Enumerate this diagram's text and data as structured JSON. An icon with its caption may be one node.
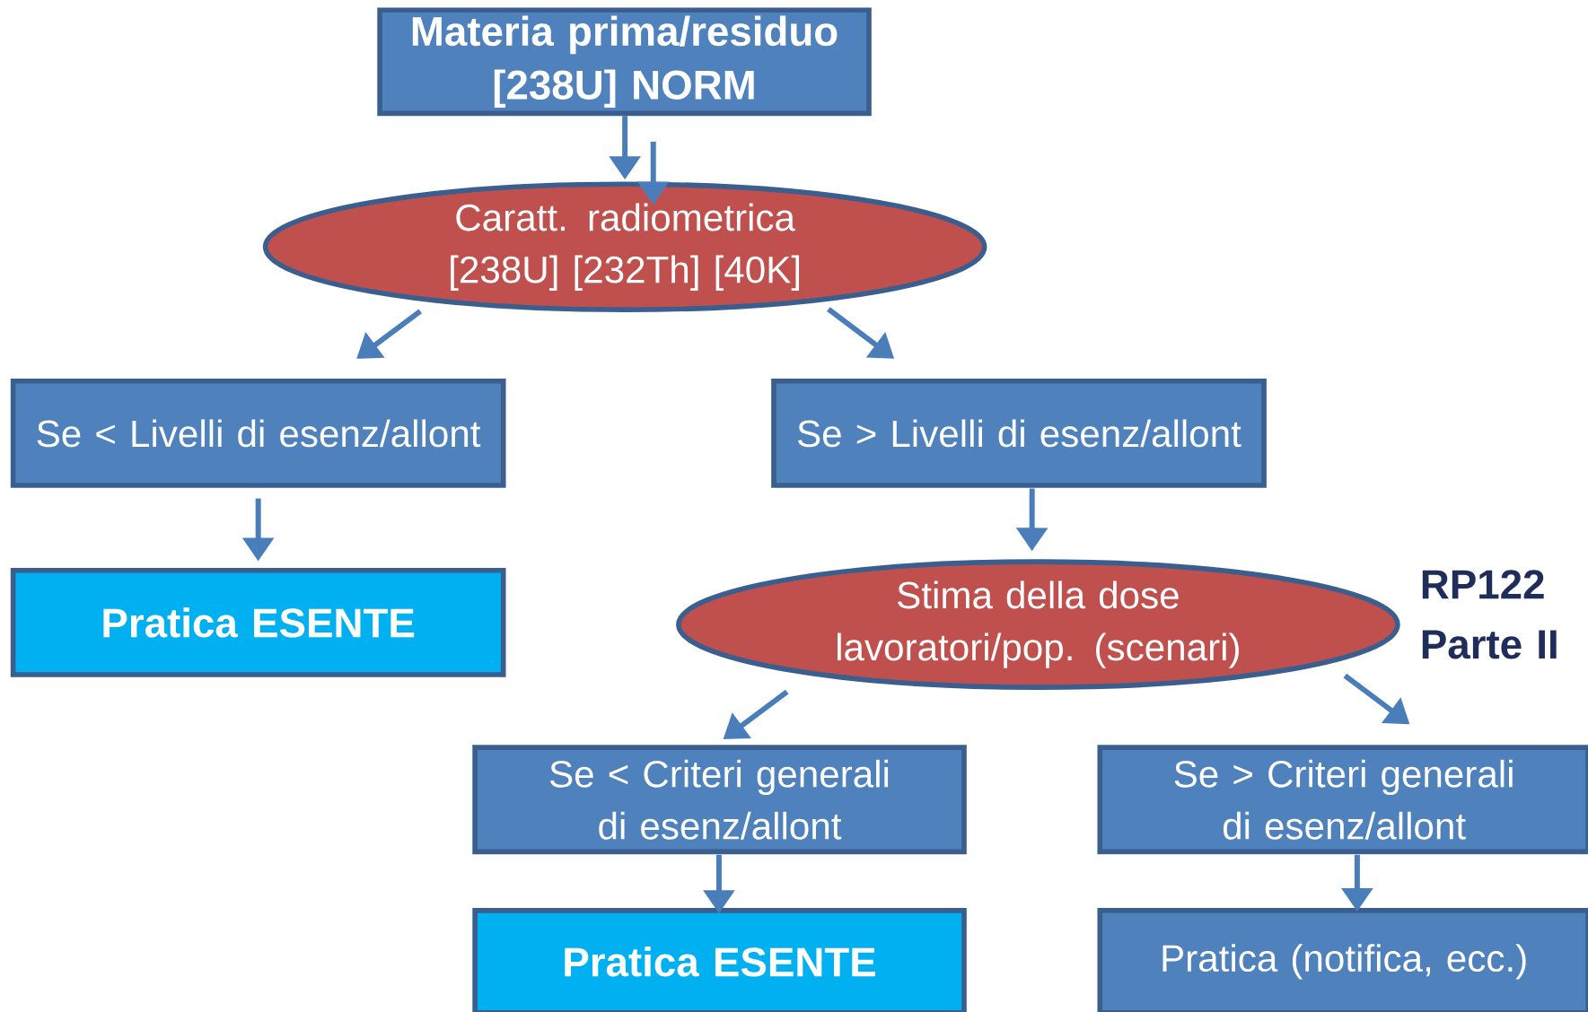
{
  "diagram": {
    "nodes": [
      {
        "text": [
          "Materia prima/residuo [238U] NORM"
        ]
      },
      {
        "text": [
          "Caratt. radiometrica [238U] [232Th] [40K]"
        ]
      },
      {
        "text": [
          "Se < Livelli di esenz/allont"
        ]
      },
      {
        "text": [
          "Se > Livelli di esenz/allont"
        ]
      },
      {
        "text": [
          "Pratica ESENTE"
        ]
      },
      {
        "text": [
          "Stima della dose lavoratori/pop. (scenari)"
        ]
      },
      {
        "text": [
          "Se < Criteri generali di esenz/allont"
        ]
      },
      {
        "text": [
          "Se > Criteri generali di esenz/allont"
        ]
      },
      {
        "text": [
          "Pratica ESENTE"
        ]
      },
      {
        "text": [
          "Pratica (notifica, ecc.)"
        ]
      }
    ],
    "edges": [
      {
        "from": 0,
        "to": 1,
        "arrow": "to"
      },
      {
        "from": null,
        "to": 1,
        "arrow": "to"
      },
      {
        "from": 1,
        "to": 2,
        "arrow": "to"
      },
      {
        "from": 1,
        "to": 3,
        "arrow": "to"
      },
      {
        "from": 2,
        "to": 4,
        "arrow": "to"
      },
      {
        "from": 3,
        "to": 5,
        "arrow": "to"
      },
      {
        "from": 5,
        "to": 6,
        "arrow": "to"
      },
      {
        "from": 5,
        "to": 7,
        "arrow": "to"
      },
      {
        "from": 6,
        "to": 8,
        "arrow": "to"
      },
      {
        "from": 7,
        "to": 9,
        "arrow": "to"
      }
    ],
    "labels": [
      "RP122 Parte II"
    ]
  }
}
